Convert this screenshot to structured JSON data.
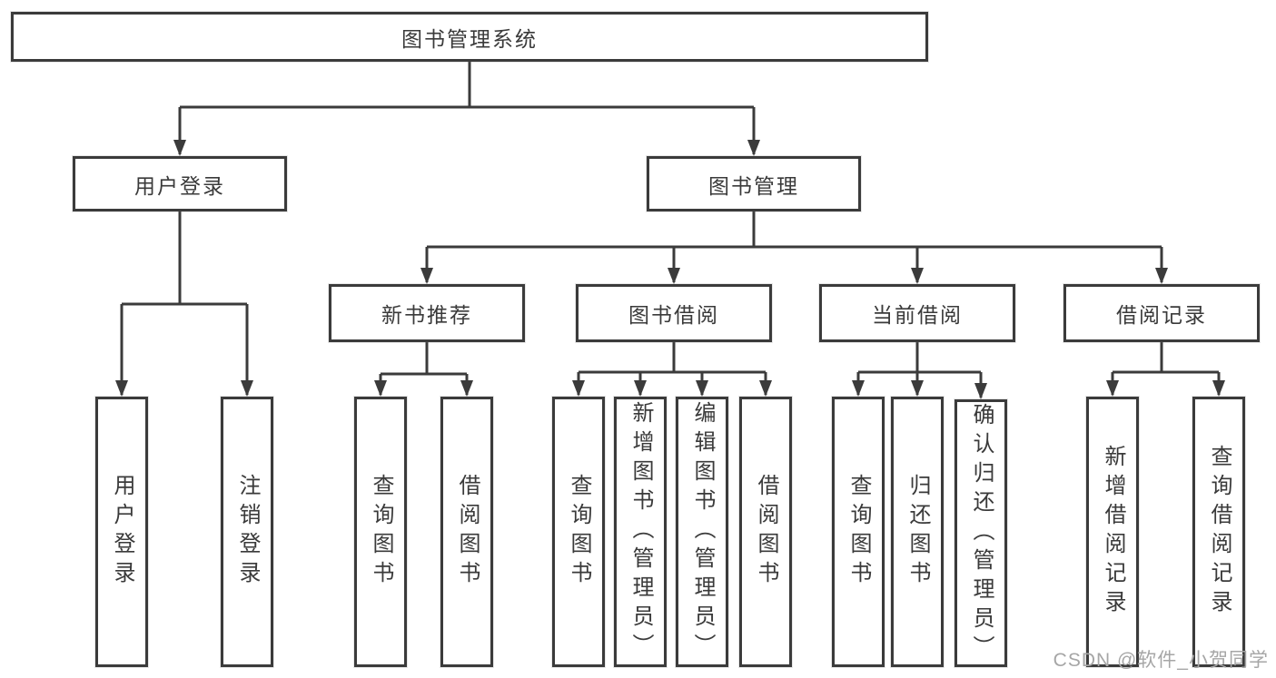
{
  "diagram": {
    "root_label": "图书管理系统",
    "user_login": {
      "label": "用户登录",
      "children": {
        "login": "用户登录",
        "logout": "注销登录"
      }
    },
    "book_management": {
      "label": "图书管理",
      "new_book_recommend": {
        "label": "新书推荐",
        "children": {
          "query_books": "查询图书",
          "borrow_books": "借阅图书"
        }
      },
      "book_borrowing": {
        "label": "图书借阅",
        "children": {
          "query_books": "查询图书",
          "add_books": "新增图书（管理员）",
          "edit_books": "编辑图书（管理员）",
          "borrow_books": "借阅图书"
        }
      },
      "current_borrowing": {
        "label": "当前借阅",
        "children": {
          "query_books": "查询图书",
          "return_books": "归还图书",
          "confirm_return": "确认归还（管理员）"
        }
      },
      "borrow_records": {
        "label": "借阅记录",
        "children": {
          "add_record": "新增借阅记录",
          "query_record": "查询借阅记录"
        }
      }
    }
  },
  "watermark": {
    "text": "CSDN @软件_小贺同学"
  },
  "colors": {
    "line": "#3b3b3b",
    "text": "#3a3a3a",
    "watermark": "#a6a6a6",
    "background": "#ffffff"
  }
}
